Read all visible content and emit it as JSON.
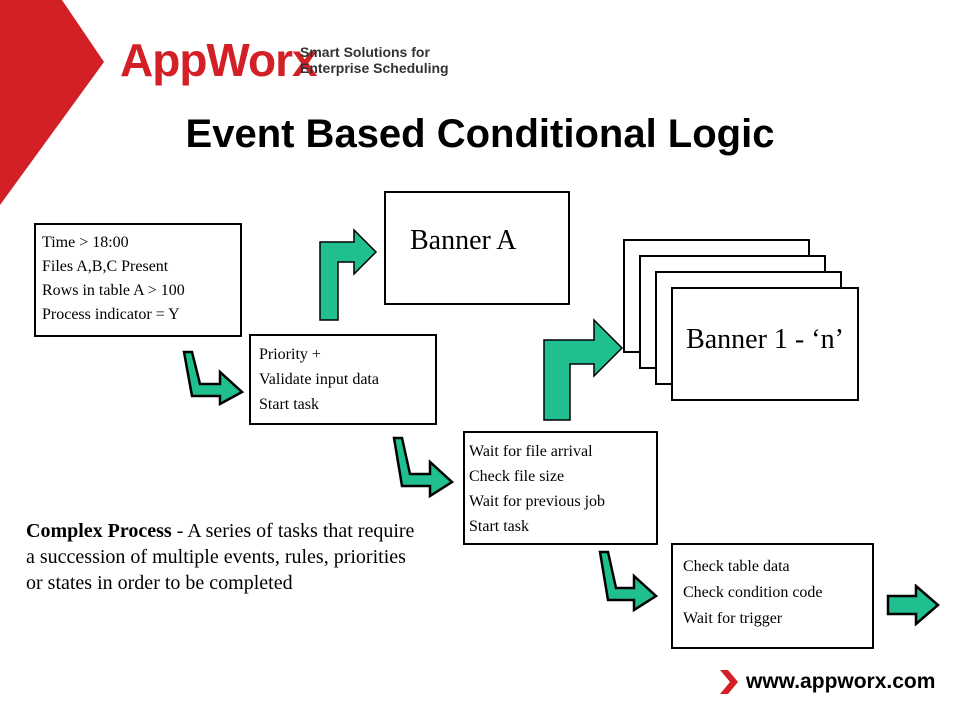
{
  "header": {
    "logo_text": "AppWorx",
    "tagline_line1": "Smart Solutions for",
    "tagline_line2": "Enterprise Scheduling"
  },
  "title": "Event Based Conditional Logic",
  "boxes": {
    "conditions": [
      "Time > 18:00",
      "Files A,B,C Present",
      "Rows in table A > 100",
      "Process indicator = Y"
    ],
    "priority": [
      "Priority +",
      "Validate input data",
      "Start task"
    ],
    "wait": [
      "Wait for file arrival",
      "Check file size",
      "Wait for previous job",
      "Start task"
    ],
    "check": [
      "Check table data",
      "Check condition code",
      "Wait for trigger"
    ]
  },
  "banners": {
    "banner_a": "Banner A",
    "banner_n": "Banner 1 - ‘n’"
  },
  "description": {
    "bold": "Complex Process",
    "rest": " - A series of tasks that require a succession of multiple events, rules, priorities or states in order to be completed"
  },
  "footer": {
    "url": "www.appworx.com"
  },
  "colors": {
    "brand_red": "#d31f26",
    "arrow_green": "#1fbf8f"
  },
  "icons": [
    "red-corner-icon",
    "down-right-arrow-icon",
    "up-right-arrow-icon",
    "right-arrow-icon",
    "chevron-right-icon"
  ]
}
